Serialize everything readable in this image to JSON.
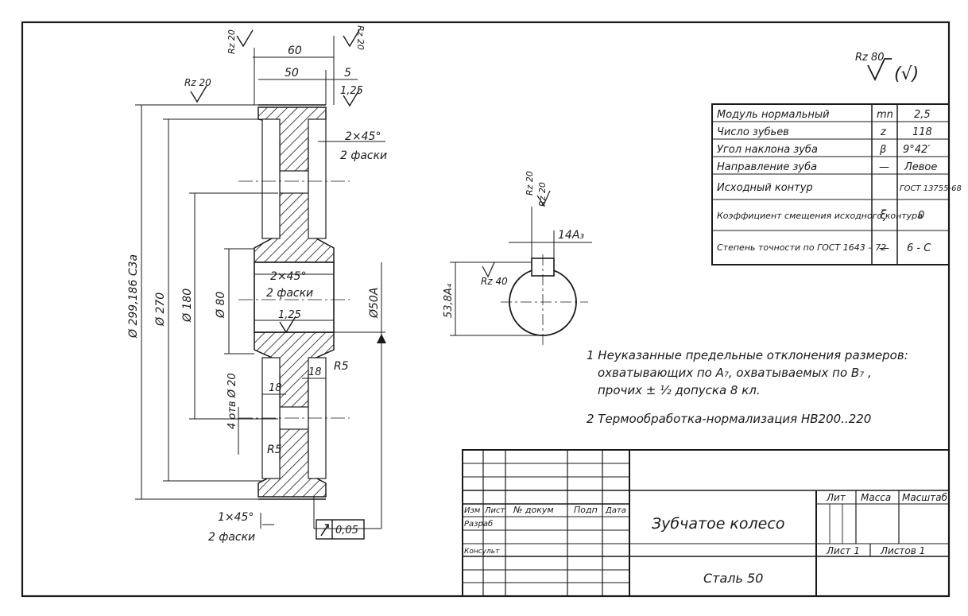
{
  "roughness": {
    "general": "Rz 80",
    "general_suffix": "(√)",
    "left_top": "Rz 20",
    "right_top": "Rz 20",
    "flange": "Rz 20",
    "bore": "1,25",
    "face": "1,25",
    "keyway_top": "Rz 20",
    "keyway_side": "Rz 20",
    "keyway_bottom": "Rz 40"
  },
  "dimensions": {
    "width_total": "60",
    "width_hub": "50",
    "offset": "5",
    "chamfer_top": "2×45°",
    "chamfer_top_note": "2 фаски",
    "chamfer_mid": "2×45°",
    "chamfer_mid_note": "2 фаски",
    "chamfer_bottom": "1×45°",
    "chamfer_bottom_note": "2 фаски",
    "d_outer": "Ø 299,186 С3а",
    "d_270": "Ø 270",
    "d_180": "Ø 180",
    "d_80": "Ø 80",
    "bore": "Ø50А",
    "holes": "4 отв Ø 20",
    "web_18a": "18",
    "web_18b": "18",
    "r5a": "R5",
    "r5b": "R5",
    "key_width": "14А₃",
    "key_depth": "53,8А₄",
    "runout": "0,05"
  },
  "gear_table": {
    "rows": [
      {
        "param": "Модуль нормальный",
        "symbol": "mn",
        "value": "2,5"
      },
      {
        "param": "Число зубьев",
        "symbol": "z",
        "value": "118"
      },
      {
        "param": "Угол наклона зуба",
        "symbol": "β",
        "value": "9°42′"
      },
      {
        "param": "Направление зуба",
        "symbol": "—",
        "value": "Левое"
      },
      {
        "param": "Исходный контур",
        "symbol": "",
        "value": "ГОСТ 13755-68"
      },
      {
        "param": "Коэффициент смещения исходного контура",
        "symbol": "ξ",
        "value": "0"
      },
      {
        "param": "Степень точности по ГОСТ 1643 – 72",
        "symbol": "—",
        "value": "6 - С"
      }
    ]
  },
  "notes": {
    "n1_l1": "1 Неуказанные предельные отклонения размеров:",
    "n1_l2": "охватывающих по А₇, охватываемых по В₇ ,",
    "n1_l3": "прочих ± ½ допуска 8 кл.",
    "n2": "2 Термообработка-нормализация НВ200..220"
  },
  "title_block": {
    "col_izm": "Изм",
    "col_list": "Лист",
    "col_doc": "№ докум",
    "col_sign": "Подп",
    "col_date": "Дата",
    "razrab": "Разраб",
    "konsult": "Консульт",
    "title": "Зубчатое колесо",
    "material": "Сталь 50",
    "lit": "Лит",
    "mass": "Масса",
    "scale": "Масштаб",
    "sheet": "Лист 1",
    "sheets": "Листов 1"
  }
}
